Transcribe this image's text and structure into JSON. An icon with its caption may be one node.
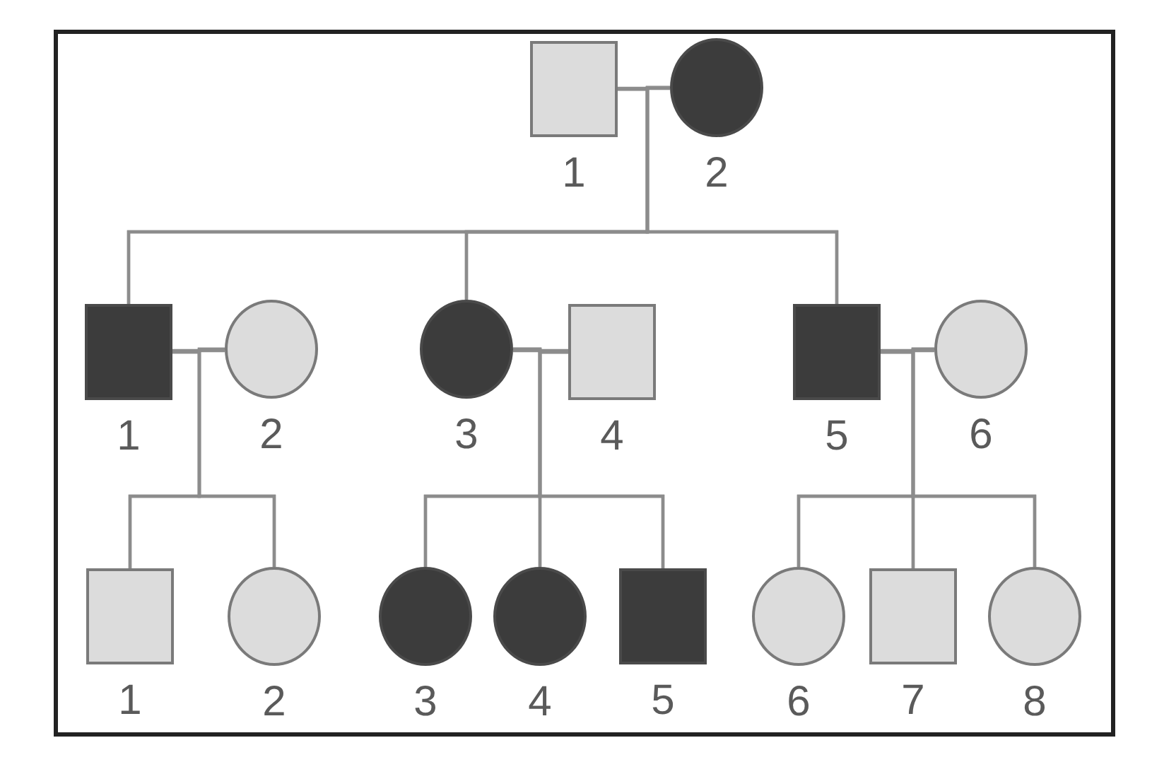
{
  "diagram": {
    "nodes": [
      {
        "text": [],
        "shape": "box",
        "beside": [
          "1"
        ]
      },
      {
        "text": [],
        "shape": "circle",
        "beside": [
          "2"
        ]
      },
      {
        "text": [],
        "shape": "box",
        "beside": [
          "1"
        ]
      },
      {
        "text": [],
        "shape": "circle",
        "beside": [
          "2"
        ]
      },
      {
        "text": [],
        "shape": "circle",
        "beside": [
          "3"
        ]
      },
      {
        "text": [],
        "shape": "box",
        "beside": [
          "4"
        ]
      },
      {
        "text": [],
        "shape": "box",
        "beside": [
          "5"
        ]
      },
      {
        "text": [],
        "shape": "circle",
        "beside": [
          "6"
        ]
      },
      {
        "text": [],
        "shape": "box",
        "beside": [
          "1"
        ]
      },
      {
        "text": [],
        "shape": "circle",
        "beside": [
          "2"
        ]
      },
      {
        "text": [],
        "shape": "circle",
        "beside": [
          "3"
        ]
      },
      {
        "text": [],
        "shape": "circle",
        "beside": [
          "4"
        ]
      },
      {
        "text": [],
        "shape": "box",
        "beside": [
          "5"
        ]
      },
      {
        "text": [],
        "shape": "circle",
        "beside": [
          "6"
        ]
      },
      {
        "text": [],
        "shape": "box",
        "beside": [
          "7"
        ]
      },
      {
        "text": [],
        "shape": "circle",
        "beside": [
          "8"
        ]
      }
    ],
    "edges": [
      {
        "from": 0,
        "to": 1,
        "arrow": "none"
      },
      {
        "from": 0,
        "to": 2,
        "arrow": "none"
      },
      {
        "from": 1,
        "to": 2,
        "arrow": "none"
      },
      {
        "from": 0,
        "to": 4,
        "arrow": "none"
      },
      {
        "from": 1,
        "to": 4,
        "arrow": "none"
      },
      {
        "from": 0,
        "to": 6,
        "arrow": "none"
      },
      {
        "from": 1,
        "to": 6,
        "arrow": "none"
      },
      {
        "from": 2,
        "to": 3,
        "arrow": "none"
      },
      {
        "from": 2,
        "to": 8,
        "arrow": "none"
      },
      {
        "from": 3,
        "to": 8,
        "arrow": "none"
      },
      {
        "from": 2,
        "to": 9,
        "arrow": "none"
      },
      {
        "from": 3,
        "to": 9,
        "arrow": "none"
      },
      {
        "from": 4,
        "to": 5,
        "arrow": "none"
      },
      {
        "from": 4,
        "to": 10,
        "arrow": "none"
      },
      {
        "from": 5,
        "to": 10,
        "arrow": "none"
      },
      {
        "from": 4,
        "to": 11,
        "arrow": "none"
      },
      {
        "from": 5,
        "to": 11,
        "arrow": "none"
      },
      {
        "from": 4,
        "to": 12,
        "arrow": "none"
      },
      {
        "from": 5,
        "to": 12,
        "arrow": "none"
      },
      {
        "from": 6,
        "to": 7,
        "arrow": "none"
      },
      {
        "from": 6,
        "to": 13,
        "arrow": "none"
      },
      {
        "from": 7,
        "to": 13,
        "arrow": "none"
      },
      {
        "from": 6,
        "to": 14,
        "arrow": "none"
      },
      {
        "from": 7,
        "to": 14,
        "arrow": "none"
      },
      {
        "from": 6,
        "to": 15,
        "arrow": "none"
      },
      {
        "from": 7,
        "to": 15,
        "arrow": "none"
      }
    ]
  }
}
